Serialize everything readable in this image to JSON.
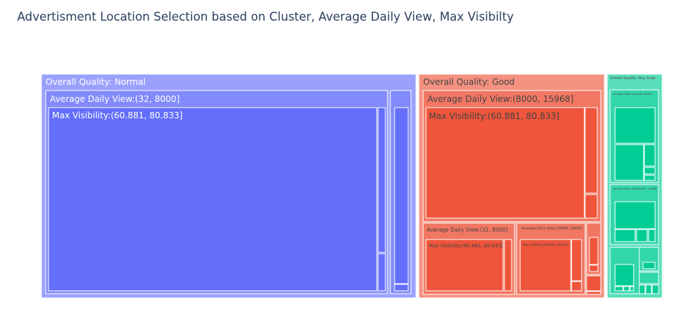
{
  "chart_data": {
    "type": "treemap",
    "title": "Advertisment Location Selection based on Cluster, Average Daily View, Max Visibilty",
    "colors": {
      "Normal": "#636efa",
      "Good": "#ef553b",
      "Very Good": "#00cc96"
    },
    "hierarchy": [
      {
        "label": "Overall Quality: Normal",
        "children": [
          {
            "label": "Average Daily View:(32, 8000]",
            "children": [
              {
                "label": "Max Visibility:(60.881, 80.833]"
              }
            ]
          }
        ]
      },
      {
        "label": "Overall Quality: Good",
        "children": [
          {
            "label": "Average Daily View:(8000, 15968]",
            "children": [
              {
                "label": "Max Visibility:(60.881, 80.833]"
              }
            ]
          },
          {
            "label": "Average Daily View:(32, 8000]",
            "children": [
              {
                "label": "Max Visibility:(60.881, 80.833]"
              }
            ]
          },
          {
            "label": "Average Daily View:(15968, 23936]",
            "children": [
              {
                "label": "Max Visibility:(60.881, 80.833]"
              }
            ]
          }
        ]
      },
      {
        "label": "Overall Quality: Very Good",
        "children": [
          {
            "label": "Average Daily View:(32, 8000]"
          },
          {
            "label": "Average Daily View:(8000, 15968]"
          }
        ]
      }
    ]
  }
}
